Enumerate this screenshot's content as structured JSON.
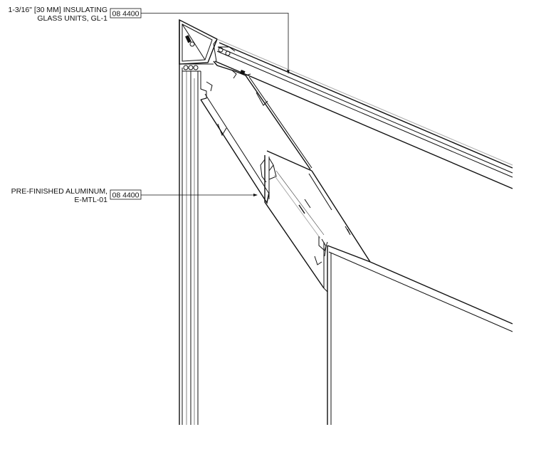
{
  "callouts": [
    {
      "line1": "1-3/16\" [30 MM] INSULATING",
      "line2": "GLASS UNITS, GL-1",
      "tag": "08 4400"
    },
    {
      "line1": "PRE-FINISHED ALUMINUM,",
      "line2": "E-MTL-01",
      "tag": "08 4400"
    }
  ]
}
